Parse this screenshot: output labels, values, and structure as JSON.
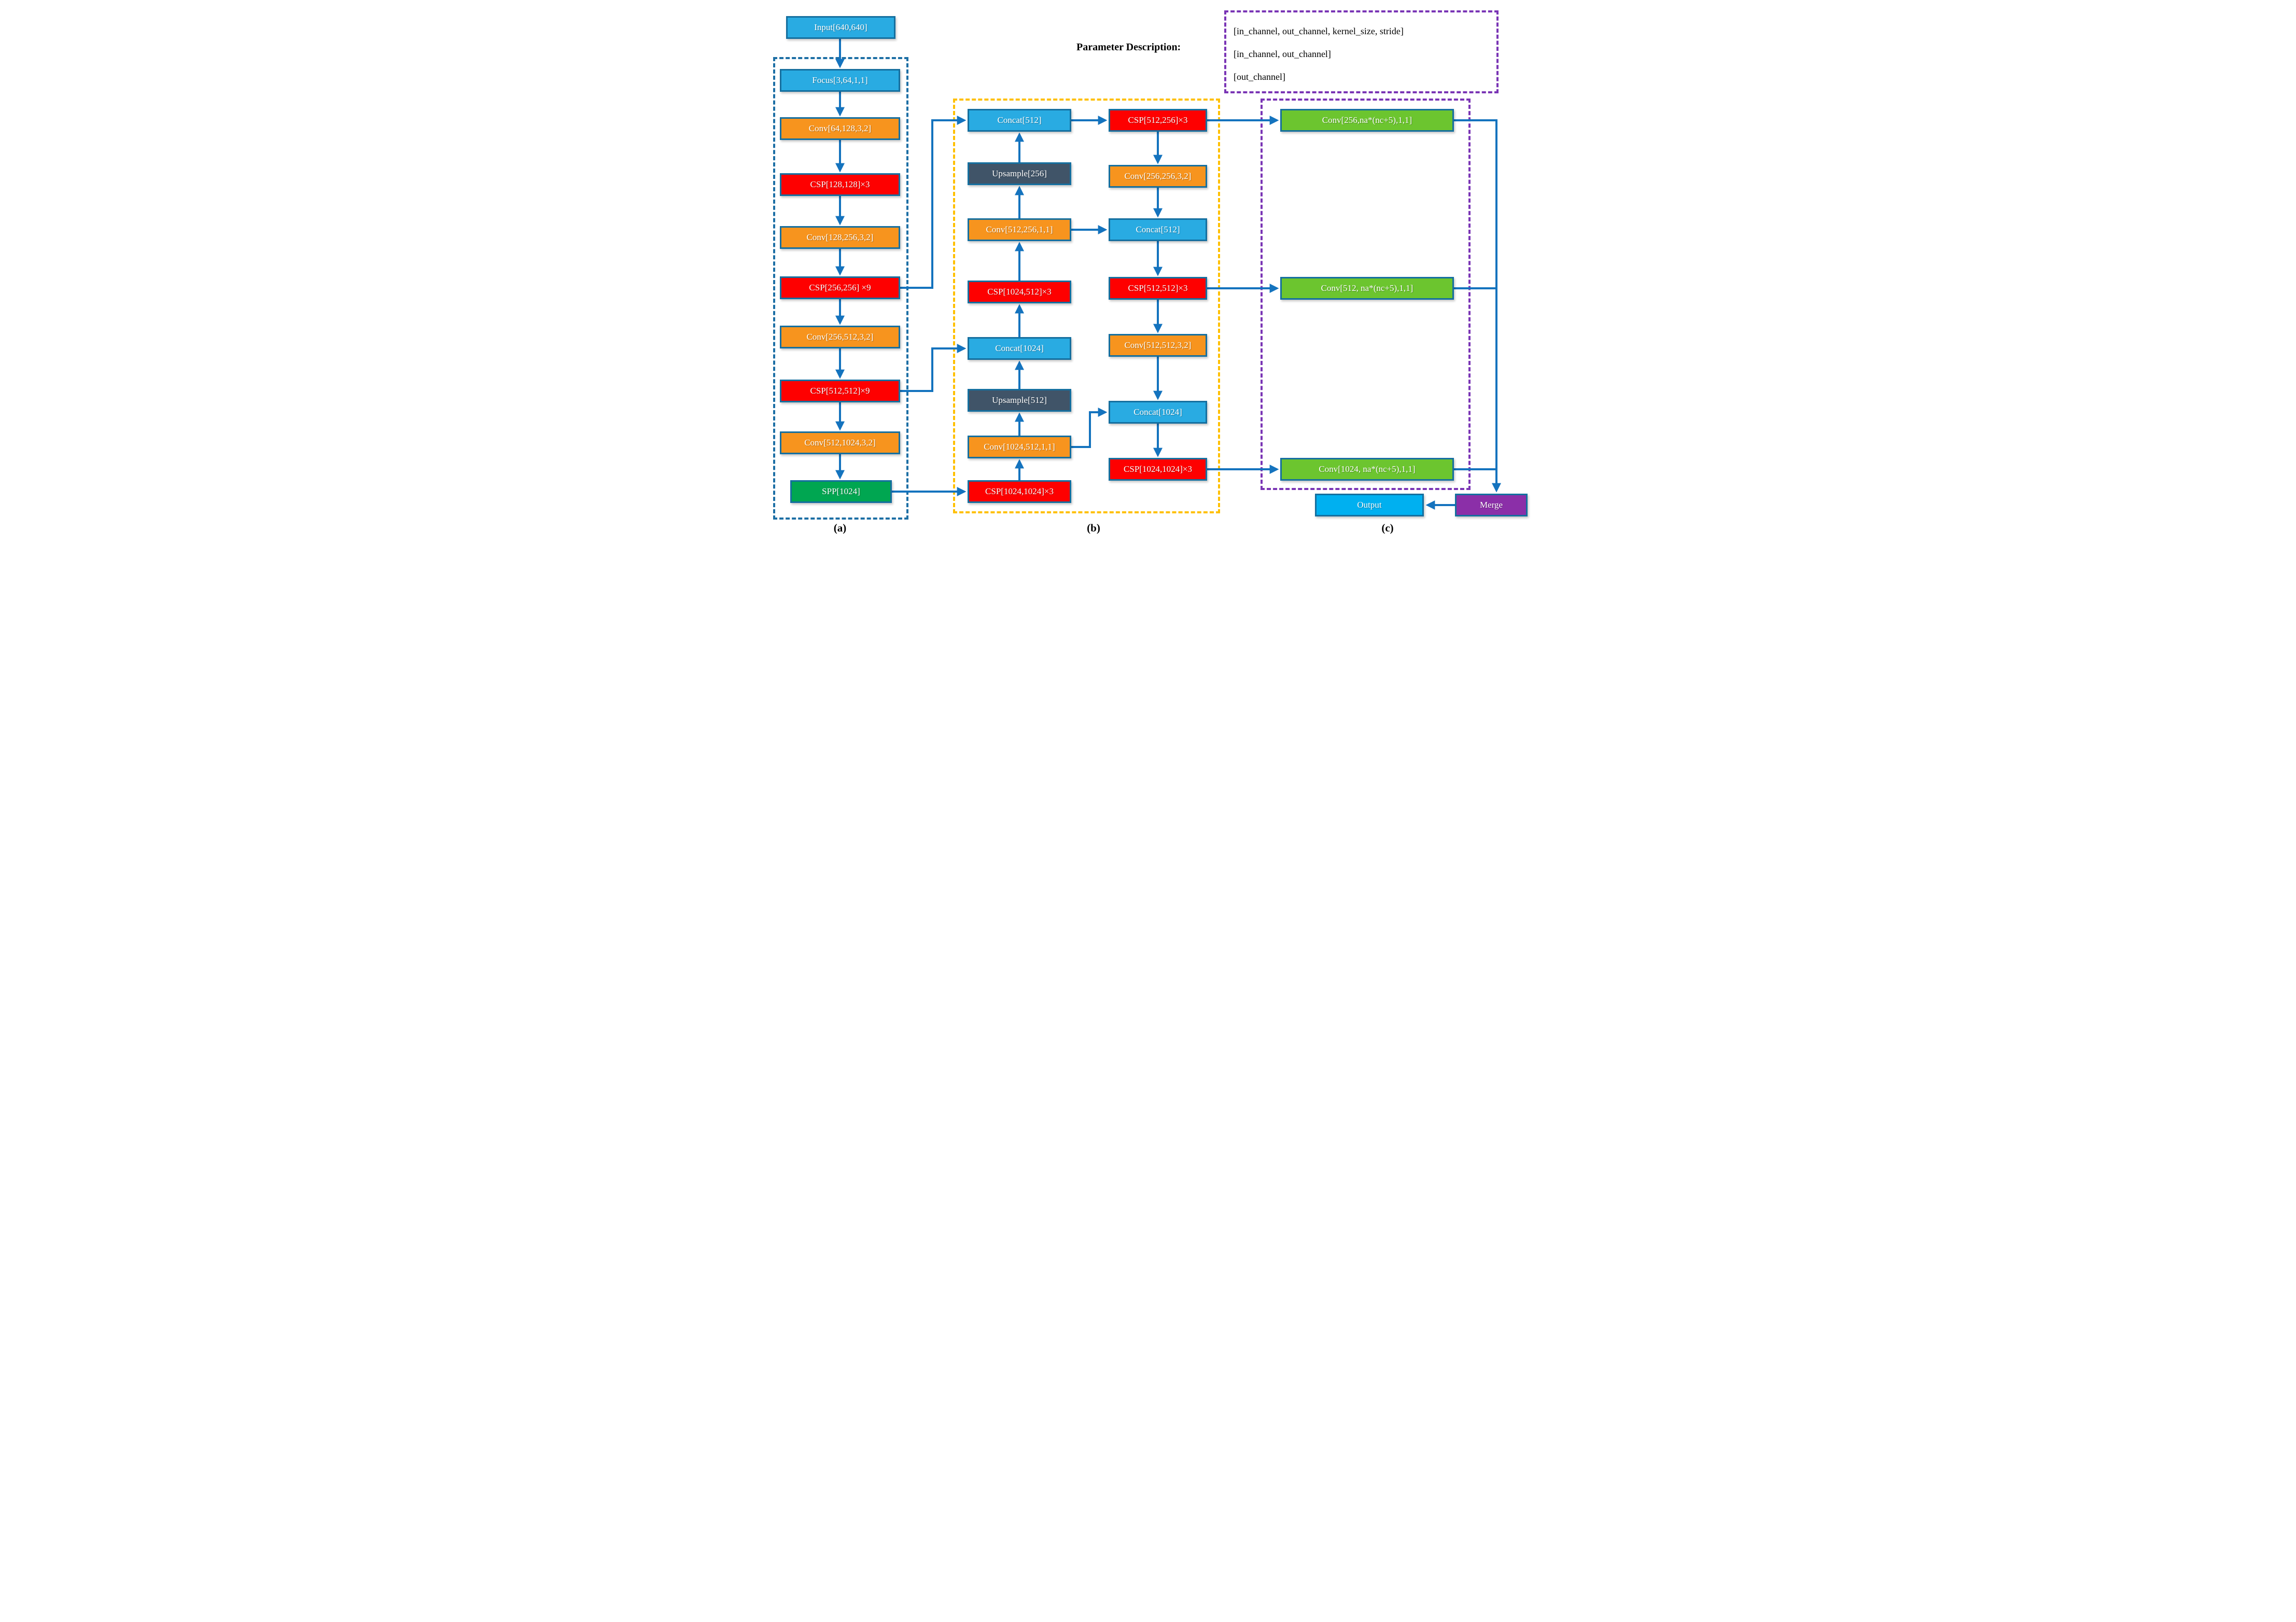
{
  "figure": {
    "captions": {
      "a": "(a)",
      "b": "(b)",
      "c": "(c)"
    }
  },
  "legend": {
    "title": "Parameter Description:",
    "entries": [
      "[in_channel, out_channel, kernel_size, stride]",
      "[in_channel, out_channel]",
      "[out_channel]"
    ]
  },
  "backbone": {
    "nodes": [
      "Input[640,640]",
      "Focus[3,64,1,1]",
      "Conv[64,128,3,2]",
      "CSP[128,128]×3",
      "Conv[128,256,3,2]",
      "CSP[256,256] ×9",
      "Conv[256,512,3,2]",
      "CSP[512,512]×9",
      "Conv[512,1024,3,2]",
      "SPP[1024]"
    ]
  },
  "neck": {
    "left_nodes": [
      "Concat[512]",
      "Upsample[256]",
      "Conv[512,256,1,1]",
      "CSP[1024,512]×3",
      "Concat[1024]",
      "Upsample[512]",
      "Conv[1024,512,1,1]",
      "CSP[1024,1024]×3"
    ],
    "right_nodes": [
      "CSP[512,256]×3",
      "Conv[256,256,3,2]",
      "Concat[512]",
      "CSP[512,512]×3",
      "Conv[512,512,3,2]",
      "Concat[1024]",
      "CSP[1024,1024]×3"
    ]
  },
  "head": {
    "nodes": [
      "Conv[256,na*(nc+5),1,1]",
      "Conv[512, na*(nc+5),1,1]",
      "Conv[1024, na*(nc+5),1,1]"
    ],
    "merge": "Merge",
    "output": "Output"
  },
  "colors": {
    "node_cyan": "#29ABE2",
    "node_orange": "#F7941E",
    "node_red": "#FE0000",
    "node_green": "#00A651",
    "node_lime": "#6CC52F",
    "node_slate": "#405468",
    "node_purple": "#8B2FA8",
    "node_output": "#00B0F0",
    "node_border": "#156F9F",
    "arrow": "#1473BE",
    "region_a": "#1D6FA5",
    "region_b": "#FFC000",
    "region_c": "#7A35B5"
  }
}
